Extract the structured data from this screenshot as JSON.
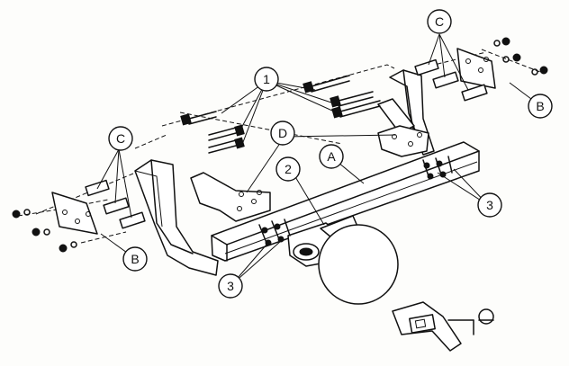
{
  "callouts": {
    "c_top_right": "C",
    "c_left": "C",
    "b_right": "B",
    "b_left": "B",
    "one": "1",
    "d": "D",
    "a": "A",
    "two": "2",
    "three_right": "3",
    "three_left": "3"
  }
}
